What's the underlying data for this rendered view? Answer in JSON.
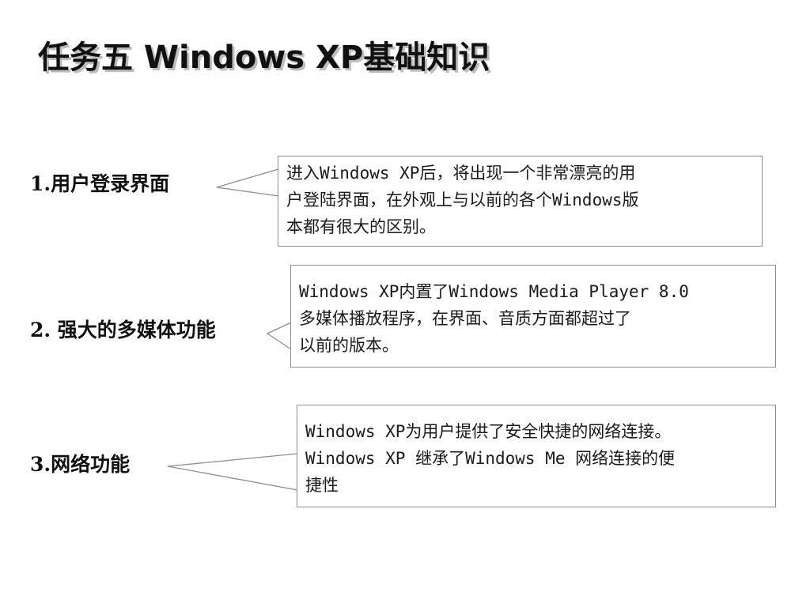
{
  "title": "任务五  Windows XP基础知识",
  "items": [
    {
      "label": "1.用户登录界面",
      "lines": [
        "进入Windows XP后，将出现一个非常漂亮的用",
        "户登陆界面，在外观上与以前的各个Windows版",
        "本都有很大的区别。"
      ]
    },
    {
      "label": "2. 强大的多媒体功能",
      "lines": [
        "Windows XP内置了Windows Media Player 8.0",
        "多媒体播放程序，在界面、音质方面都超过了",
        "以前的版本。"
      ]
    },
    {
      "label": "3.网络功能",
      "lines": [
        "Windows XP为用户提供了安全快捷的网络连接。",
        "Windows XP 继承了Windows Me 网络连接的便",
        "捷性"
      ]
    }
  ]
}
